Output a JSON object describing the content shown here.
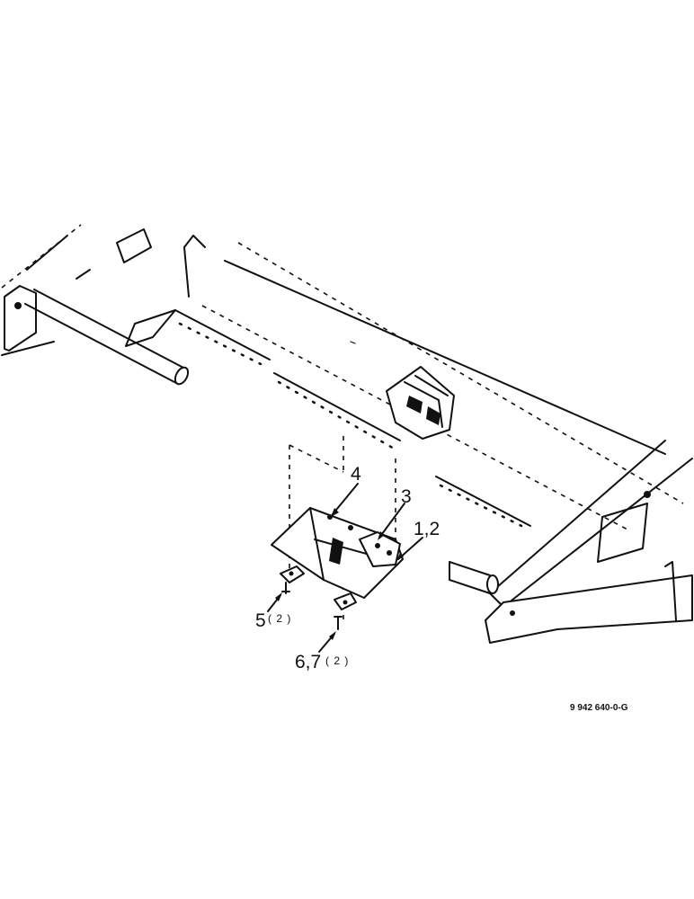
{
  "callouts": {
    "c4": "4",
    "c3": "3",
    "c12": "1,2",
    "c5": "5",
    "c5_qty": "( 2 )",
    "c67": "6,7",
    "c67_qty": "( 2 )"
  },
  "document_number": "9 942 640-0-G"
}
